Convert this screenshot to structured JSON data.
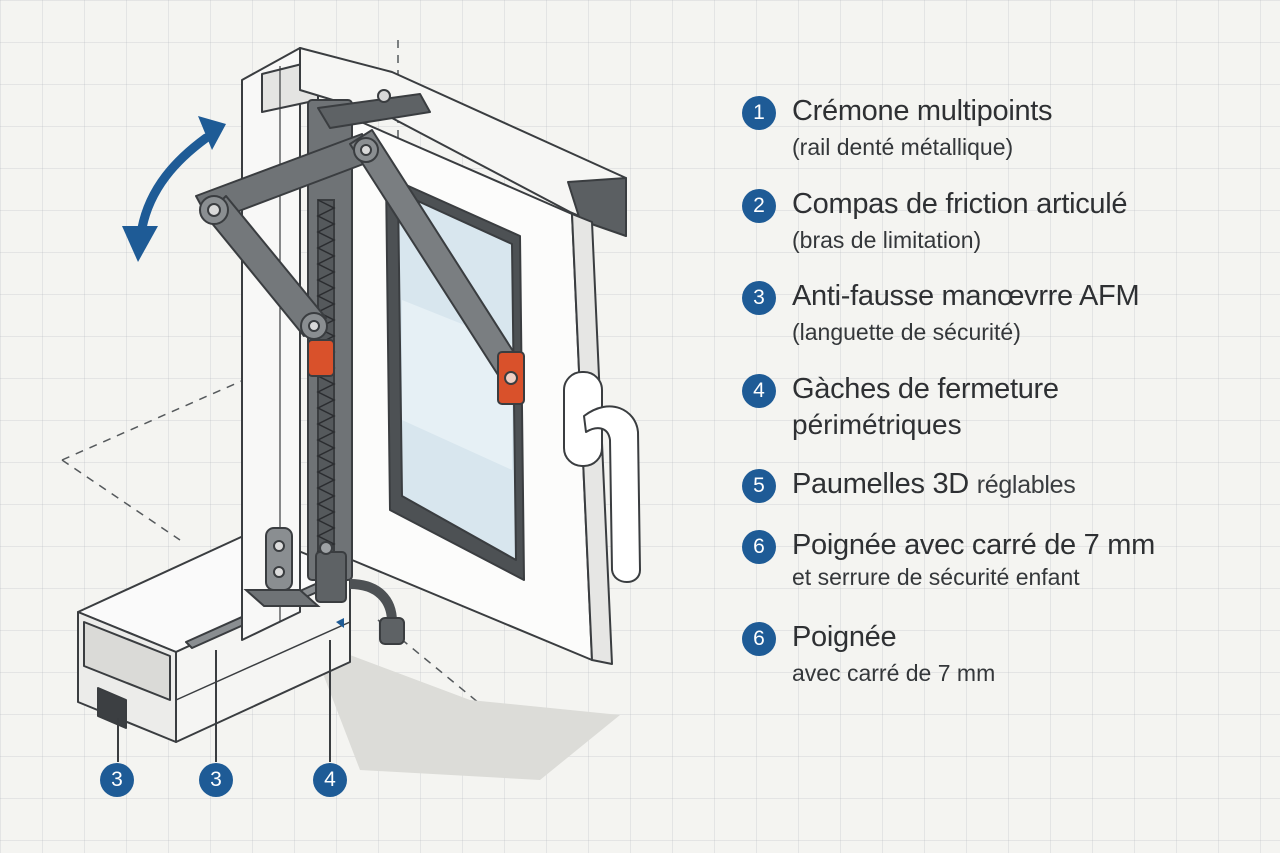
{
  "legend": [
    {
      "num": "1",
      "title": "Crémone multipoints",
      "sub": "(rail denté métallique)"
    },
    {
      "num": "2",
      "title": "Compas de friction articulé",
      "sub": "(bras de limitation)"
    },
    {
      "num": "3",
      "title": "Anti-fausse manœvrre AFM",
      "sub": "(languette de sécurité)"
    },
    {
      "num": "4",
      "title": "Gàches de fermeture",
      "sub": "périmétriques"
    },
    {
      "num": "5",
      "title": "Paumelles 3D",
      "title_light": "réglables"
    },
    {
      "num": "6",
      "title": "Poignée avec carré de 7 mm",
      "sub": "et serrure de sécurité enfant"
    },
    {
      "num": "6",
      "title": "Poignée",
      "sub": "avec carré de 7 mm"
    }
  ],
  "callouts": [
    {
      "num": "3"
    },
    {
      "num": "3"
    },
    {
      "num": "4"
    }
  ],
  "colors": {
    "badge": "#1e5b96",
    "arrow": "#1e5b96",
    "hardware": "#6f7376",
    "safety_tab": "#d9512b",
    "frame": "#ffffff",
    "glass": "#d8e6ee"
  },
  "icons": [
    "rotation-arrow-icon"
  ]
}
